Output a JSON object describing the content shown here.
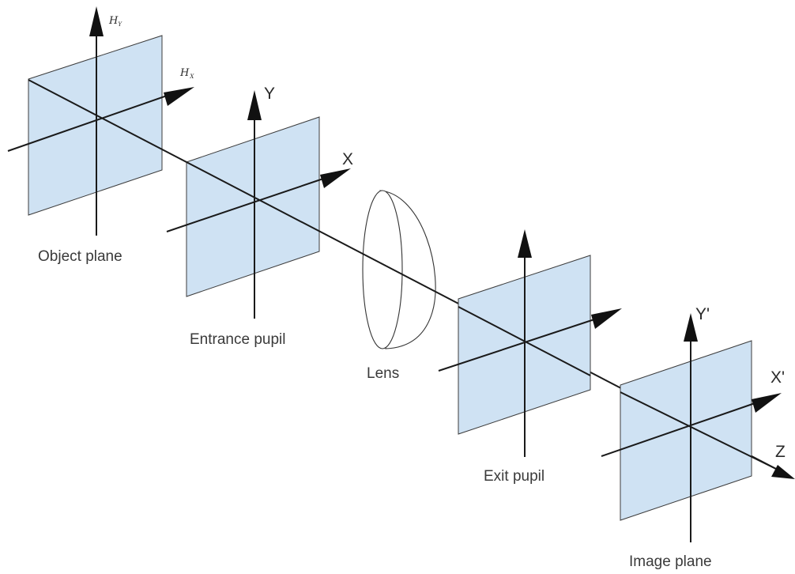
{
  "diagram": {
    "captions": {
      "object_plane": "Object plane",
      "entrance_pupil": "Entrance pupil",
      "lens": "Lens",
      "exit_pupil": "Exit pupil",
      "image_plane": "Image plane"
    },
    "axis_labels": {
      "hy_main": "H",
      "hy_sub": "Y",
      "hx_main": "H",
      "hx_sub": "X",
      "entrance_y": "Y",
      "entrance_x": "X",
      "image_y": "Y'",
      "image_x": "X'",
      "optical_z": "Z"
    },
    "colors": {
      "plane_fill": "#cfe2f3",
      "line": "#1a1a1a",
      "text": "#3a3a3a"
    }
  }
}
